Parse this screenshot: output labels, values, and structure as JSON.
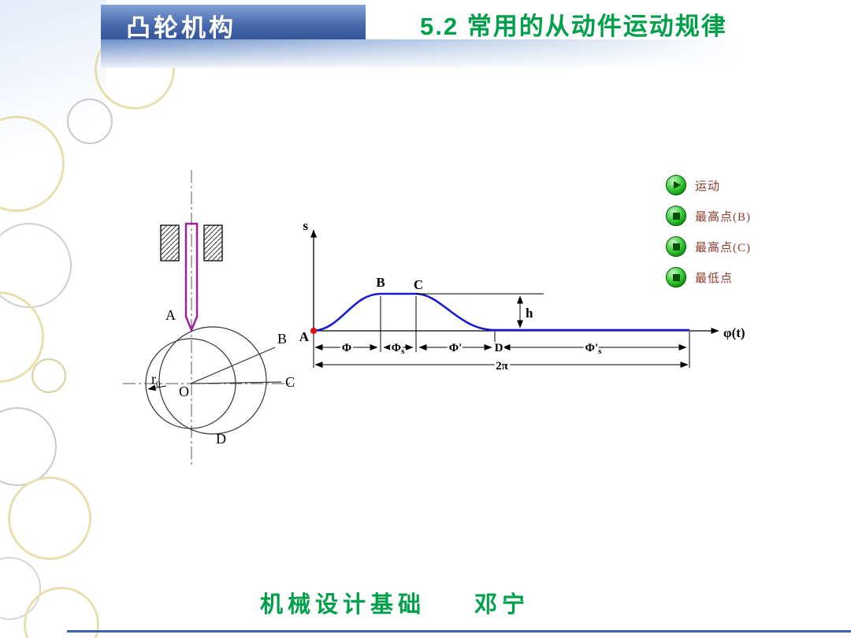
{
  "header": {
    "banner_title": "凸轮机构",
    "section_title": "5.2 常用的从动件运动规律"
  },
  "cam_diagram": {
    "labels": {
      "follower_tip": "A",
      "profile_b": "B",
      "profile_c": "C",
      "profile_d": "D",
      "center": "O",
      "base_radius": {
        "main": "r",
        "sub": "0"
      }
    }
  },
  "plot": {
    "y_axis_label": "s",
    "x_axis_label": "φ(t)",
    "points": {
      "a": "A",
      "b": "B",
      "c": "C",
      "d": "D"
    },
    "h_label": "h",
    "dims": [
      {
        "main": "Φ",
        "sub": ""
      },
      {
        "main": "Φ",
        "sub": "s"
      },
      {
        "main": "Φ'",
        "sub": ""
      },
      {
        "main": "Φ'",
        "sub": "s"
      }
    ],
    "total_label": "2π"
  },
  "legend": {
    "items": [
      {
        "label": "运动",
        "icon": "play-icon"
      },
      {
        "label": "最高点(B)",
        "icon": "stop-icon"
      },
      {
        "label": "最高点(C)",
        "icon": "stop-icon"
      },
      {
        "label": "最低点",
        "icon": "stop-icon"
      }
    ]
  },
  "footer": {
    "course": "机械设计基础",
    "author": "邓宁"
  },
  "colors": {
    "banner_blue": "#35549b",
    "title_green": "#00a04a",
    "curve_blue": "#1a1acc",
    "follower_purple": "#a020a0",
    "marker_red": "#e01010",
    "button_green": "#0f9b0f",
    "legend_text": "#8f3a2a"
  }
}
